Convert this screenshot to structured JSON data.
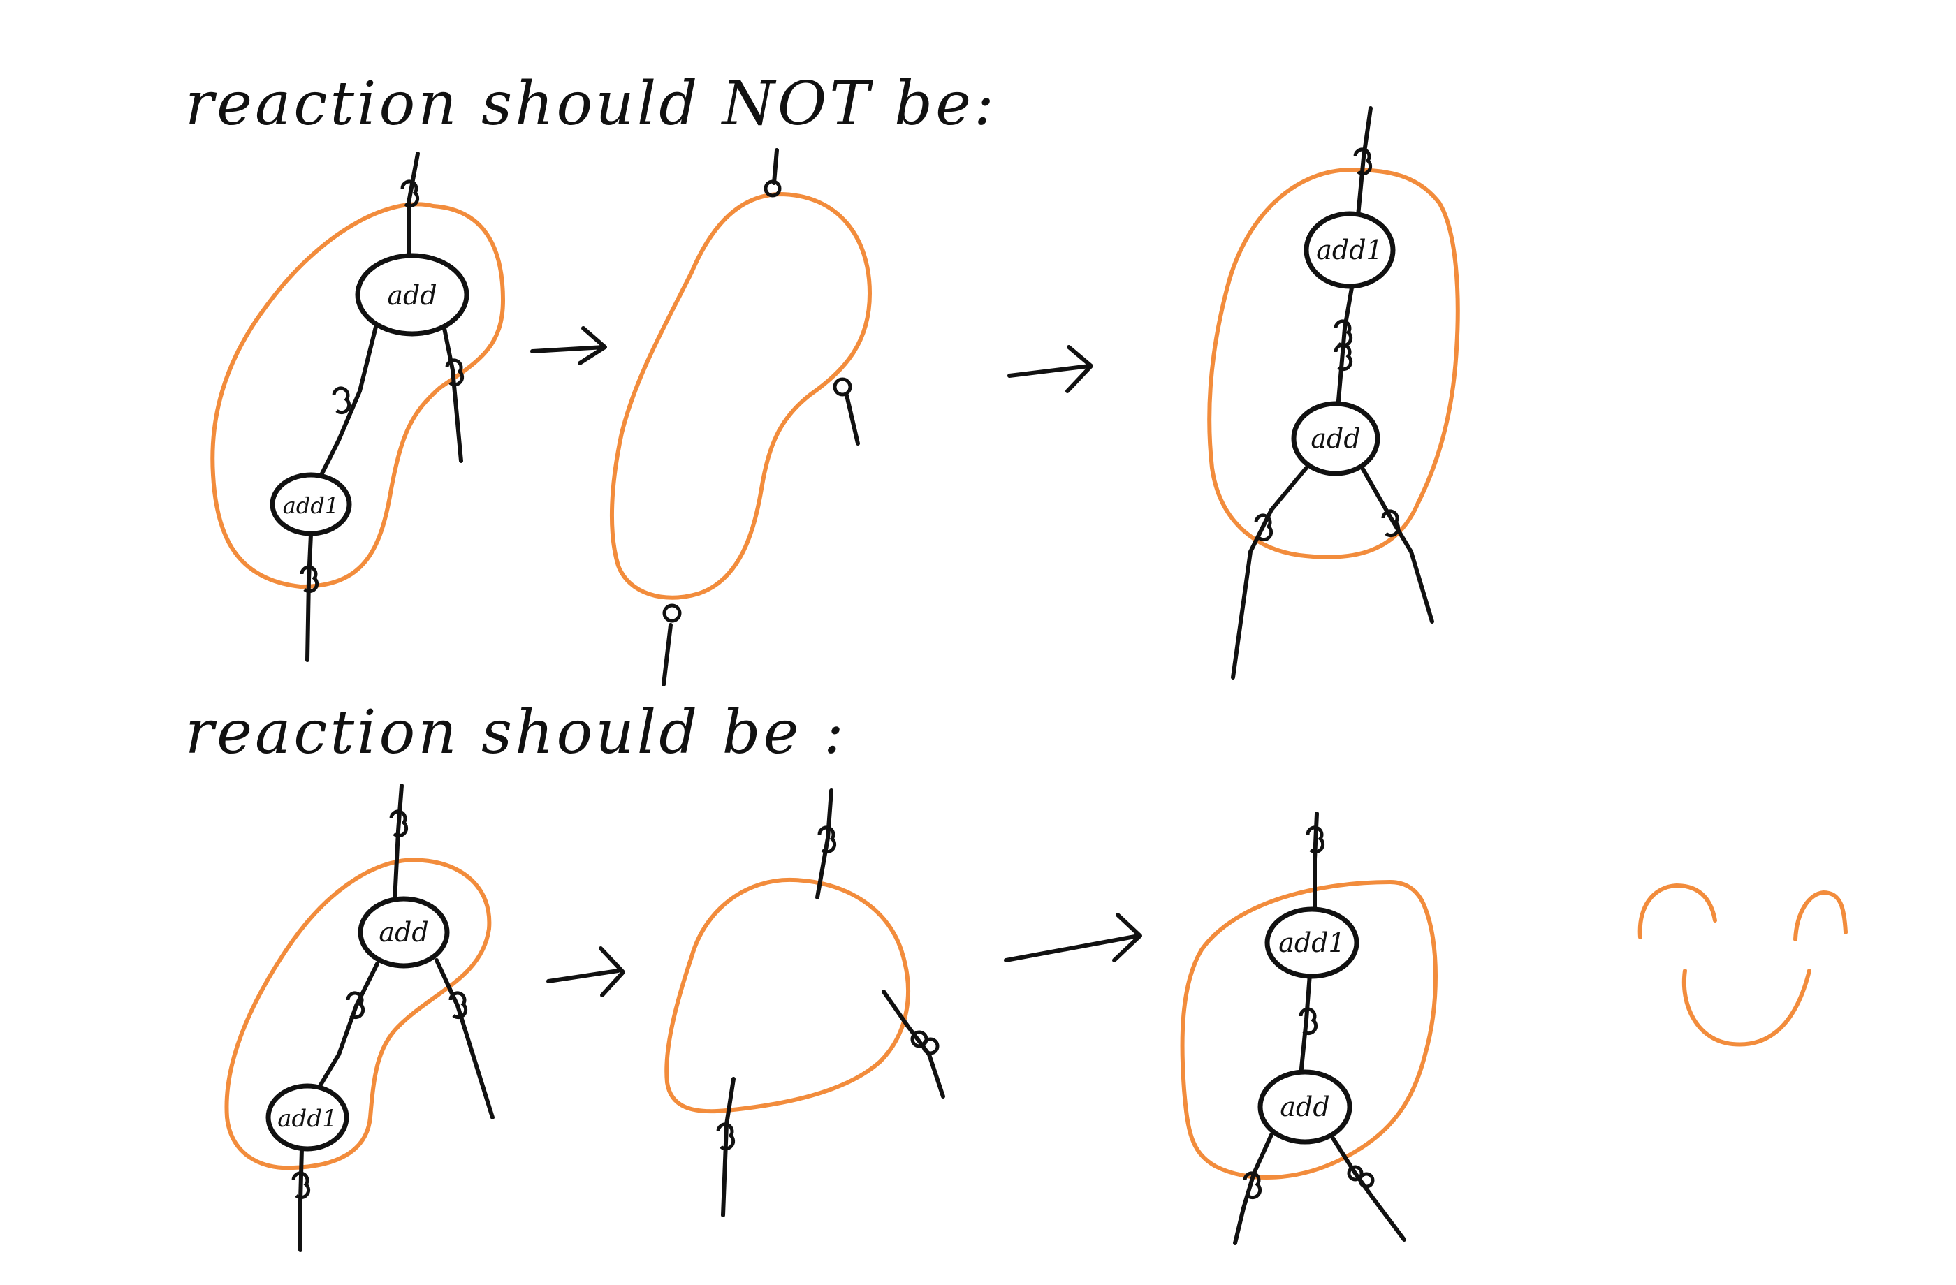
{
  "headings": {
    "bad": "reaction should NOT be:",
    "good": "reaction should be :"
  },
  "node_labels": {
    "add": "add",
    "add1": "add1"
  },
  "colors": {
    "ink": "#111111",
    "highlight": "#F28C3C"
  },
  "icons": {
    "arrow": "right-arrow-icon",
    "smiley": "smiley-face-icon"
  }
}
